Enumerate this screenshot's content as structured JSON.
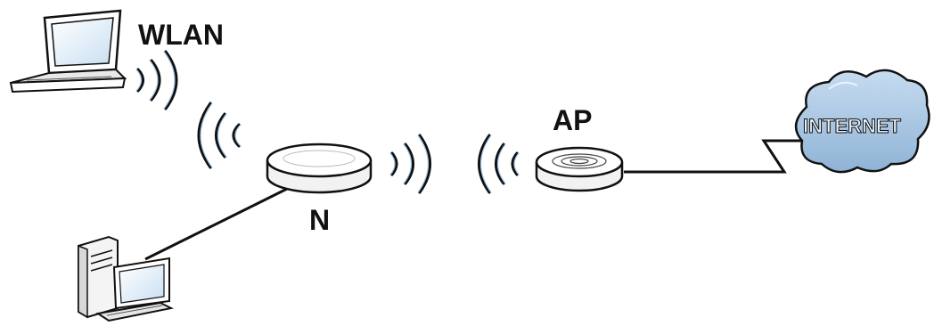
{
  "labels": {
    "wlan": "WLAN",
    "node": "N",
    "ap": "AP",
    "internet": "INTERNET"
  },
  "icons": [
    "laptop-icon",
    "router-icon",
    "access-point-icon",
    "internet-cloud-icon",
    "desktop-computer-icon",
    "wireless-signal-icon"
  ],
  "colors": {
    "cloud_fill": "#a9c7e3",
    "wave_highlight": "#9ec3e6",
    "line": "#111111",
    "laptop_screen": "#d9e8f5"
  }
}
